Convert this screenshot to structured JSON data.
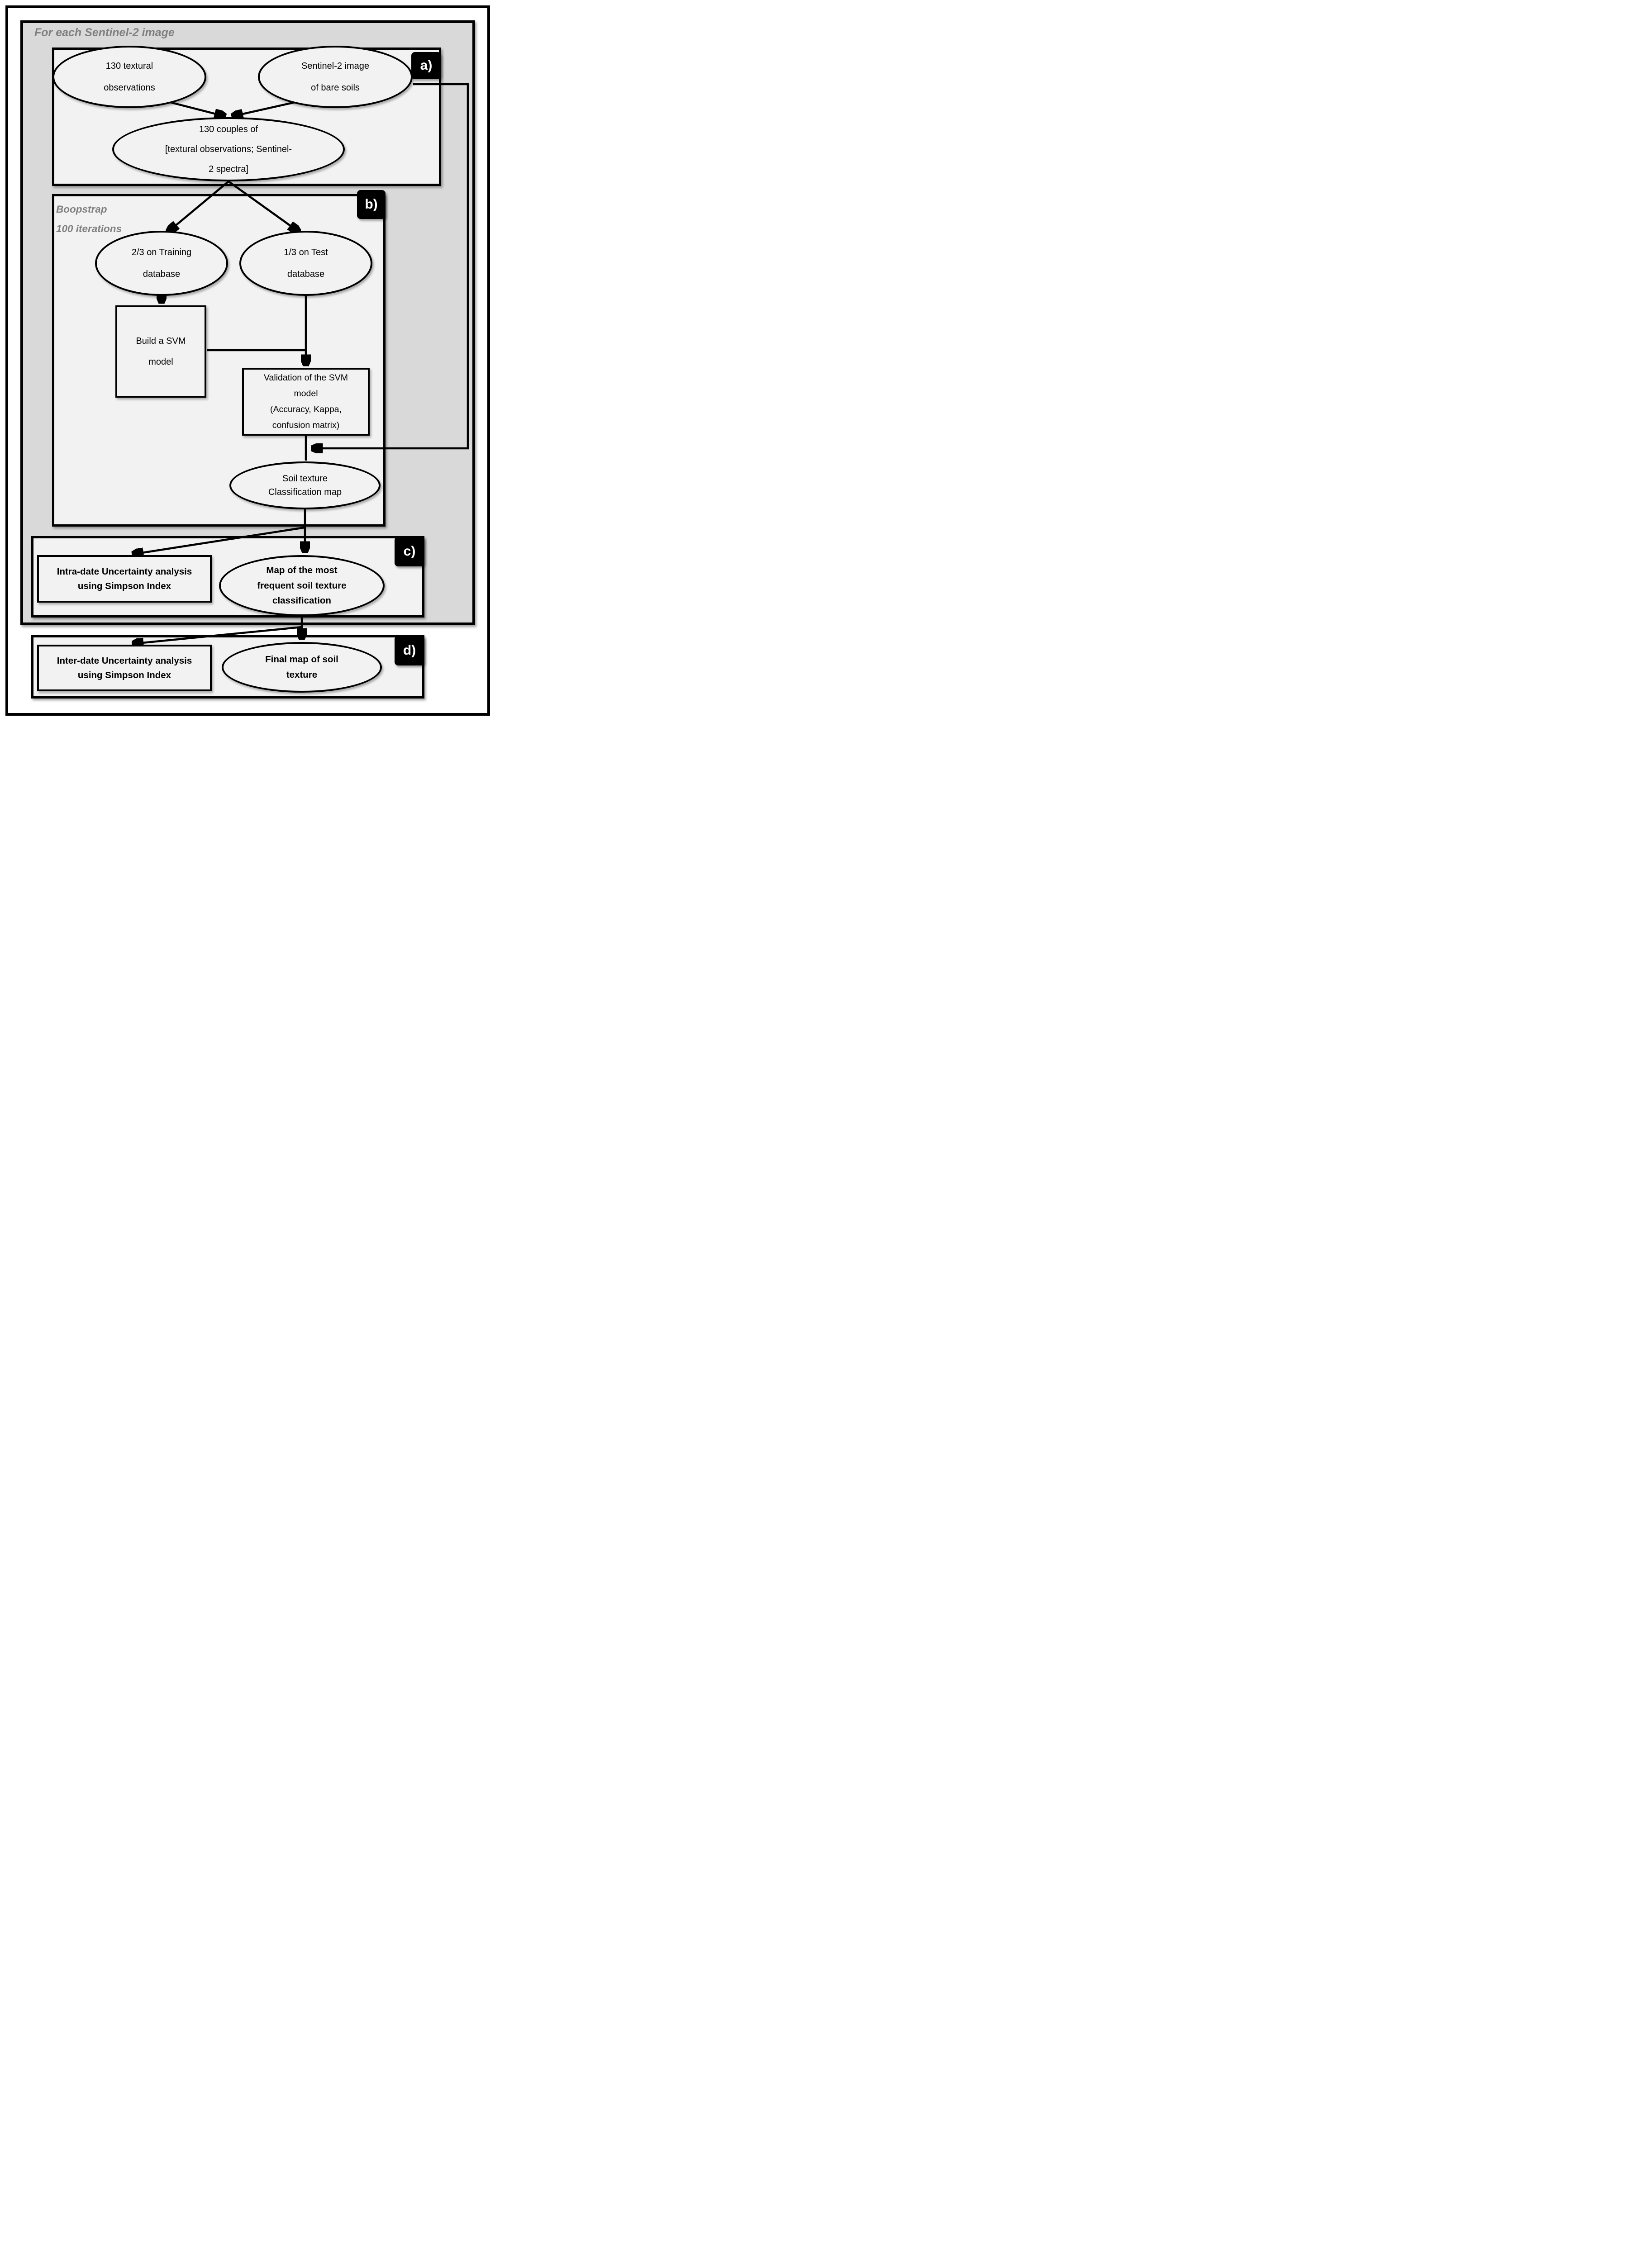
{
  "page": {
    "outer_loop_label": "For each Sentinel-2 image",
    "bootstrap_label": "Boopstrap\n100 iterations",
    "badges": {
      "a": "a)",
      "b": "b)",
      "c": "c)",
      "d": "d)"
    },
    "nodes": {
      "textural_observations": "130 textural\nobservations",
      "sentinel_image": "Sentinel-2 image\nof bare soils",
      "couples": "130 couples of\n[textural observations; Sentinel-\n2 spectra]",
      "training_db": "2/3 on Training\ndatabase",
      "test_db": "1/3 on Test\ndatabase",
      "build_svm": "Build a SVM\nmodel",
      "validation": "Validation of the SVM\nmodel\n(Accuracy, Kappa,\nconfusion matrix)",
      "classification_map": "Soil texture\nClassification map",
      "intra_date": "Intra-date Uncertainty analysis\nusing Simpson Index",
      "frequent_map": "Map of the most\nfrequent soil texture\nclassification",
      "inter_date": "Inter-date Uncertainty analysis\nusing Simpson Index",
      "final_map": "Final map of soil\ntexture"
    },
    "colors": {
      "panel_gray": "#d9d9d9",
      "panel_light": "#f2f2f2",
      "label_gray": "#7f7f7f",
      "line_black": "#000000"
    }
  }
}
